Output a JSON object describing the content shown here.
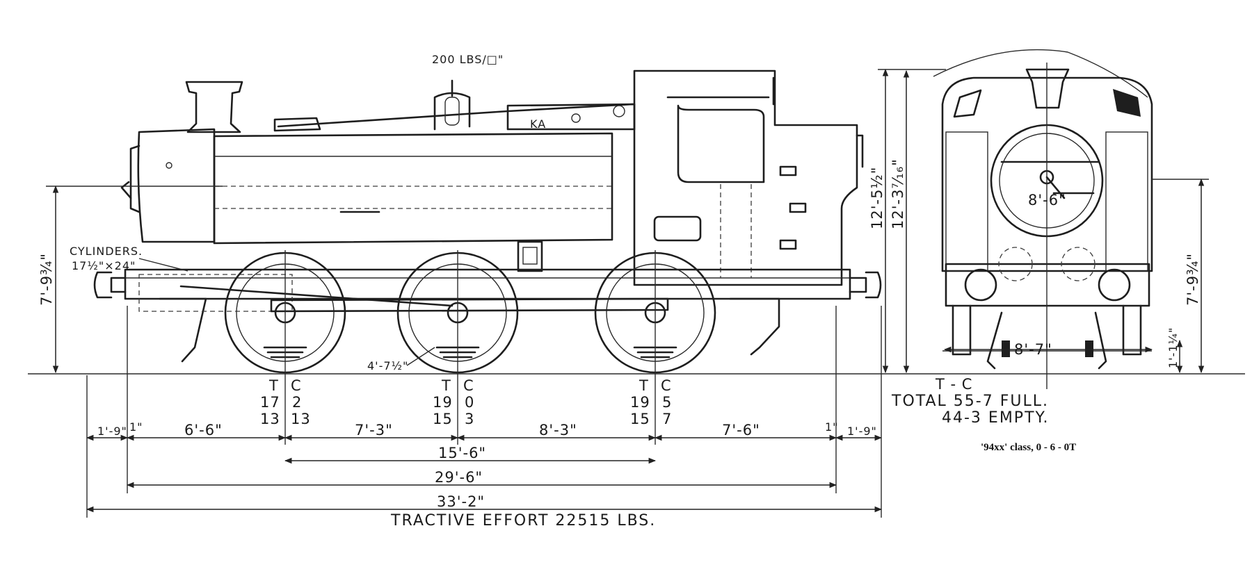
{
  "drawing": {
    "caption": "'94xx' class, 0 - 6 - 0T",
    "labels": {
      "boiler_pressure": "200 LBS/□\"",
      "dome_plate": "KA",
      "cylinders_title": "CYLINDERS.",
      "cylinders_size": "17½\"×24\"",
      "bogie_dim": "4'-7½\"",
      "wheel_diameter": "8'-6\"",
      "front_gauge": "8'-7\"",
      "height_1": "12'-5½\"",
      "height_2": "12'-3⁷⁄₁₆\"",
      "height_side": "7'-9¾\"",
      "height_front": "7'-9¾\"",
      "step_height": "1'-1¼\"",
      "tractive_effort": "TRACTIVE EFFORT 22515 LBS."
    },
    "weights": {
      "header_t": "T",
      "header_c": "C",
      "axles": [
        {
          "t": "17",
          "c": "2",
          "t2": "13",
          "c2": "13"
        },
        {
          "t": "19",
          "c": "0",
          "t2": "15",
          "c2": "3"
        },
        {
          "t": "19",
          "c": "5",
          "t2": "15",
          "c2": "7"
        }
      ],
      "total_header": "T - C",
      "total_full": "TOTAL 55-7 FULL.",
      "total_empty": "44-3 EMPTY."
    },
    "dimensions": {
      "row1": [
        "1'-9\"",
        "1\"",
        "6'-6\"",
        "7'-3\"",
        "8'-3\"",
        "7'-6\"",
        "1\"",
        "1'-9\""
      ],
      "wheelbase": "15'-6\"",
      "frames": "29'-6\"",
      "overall": "33'-2\""
    }
  }
}
